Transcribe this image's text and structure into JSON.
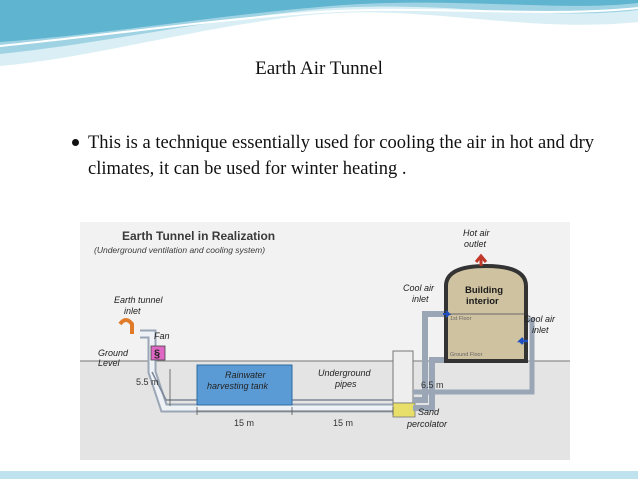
{
  "slide": {
    "title": "Earth Air Tunnel",
    "bullet": "This is a technique essentially used for cooling the air in hot and dry climates, it can be used for winter heating ."
  },
  "colors": {
    "banner_light": "#d9eff5",
    "banner_mid": "#9fd3e3",
    "banner_dark": "#5fb4cf",
    "tank_fill": "#5b9bd5",
    "building_fill": "#cfc2a0",
    "fan_fill": "#e066c4",
    "sand_fill": "#e8df6a",
    "arrow_red": "#c0392b",
    "arrow_blue": "#1f4fbf"
  },
  "figure": {
    "title": "Earth Tunnel in Realization",
    "subtitle": "(Underground ventilation and cooling system)",
    "labels": {
      "earth_tunnel_inlet_1": "Earth tunnel",
      "earth_tunnel_inlet_2": "inlet",
      "fan": "Fan",
      "ground_level_1": "Ground",
      "ground_level_2": "Level",
      "depth_left": "5.5 m",
      "tank_1": "Rainwater",
      "tank_2": "harvesting tank",
      "pipes_1": "Underground",
      "pipes_2": "pipes",
      "depth_right": "6.5 m",
      "dist_1": "15 m",
      "dist_2": "15 m",
      "sand_1": "Sand",
      "sand_2": "percolator",
      "cool_air_inlet_left_1": "Cool air",
      "cool_air_inlet_left_2": "inlet",
      "hot_air_outlet_1": "Hot air",
      "hot_air_outlet_2": "outlet",
      "building_1": "Building",
      "building_2": "interior",
      "first_floor": "1st Floor",
      "ground_floor": "Ground Floor",
      "cool_air_inlet_right_1": "Cool air",
      "cool_air_inlet_right_2": "inlet"
    }
  }
}
